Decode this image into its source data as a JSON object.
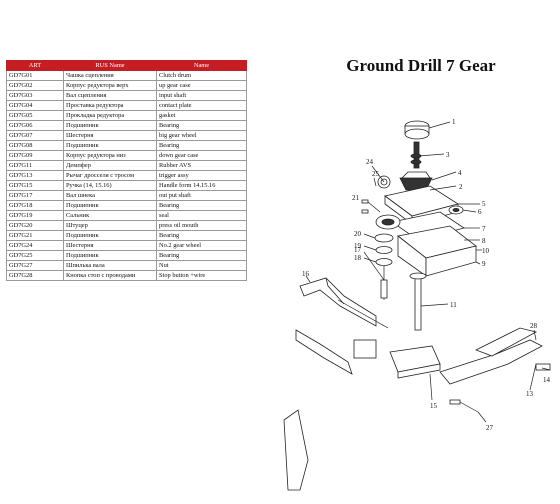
{
  "table": {
    "headers": [
      "ART",
      "RUS Name",
      "Name"
    ],
    "rows": [
      [
        "GD7G01",
        "Чашка сцепления",
        "Clutch drum"
      ],
      [
        "GD7G02",
        "Корпус редуктора верх",
        "up gear case"
      ],
      [
        "GD7G03",
        "Вал сцепления",
        "input shaft"
      ],
      [
        "GD7G04",
        "Проставка редуктора",
        "contact plate"
      ],
      [
        "GD7G05",
        "Прокладка редуктора",
        "gasket"
      ],
      [
        "GD7G06",
        "Подшипник",
        "Bearing"
      ],
      [
        "GD7G07",
        "Шестерня",
        "big gear wheel"
      ],
      [
        "GD7G08",
        "Подшипник",
        "Bearing"
      ],
      [
        "GD7G09",
        "Корпус редуктора низ",
        "down gear case"
      ],
      [
        "GD7G11",
        "Демпфер",
        "Rubber AVS"
      ],
      [
        "GD7G13",
        "Рычаг дросселя с тросом",
        "trigger assy"
      ],
      [
        "GD7G15",
        "Ручка (14, 15.16)",
        "Handle form 14.15.16"
      ],
      [
        "GD7G17",
        "Вал шнека",
        "out put shaft"
      ],
      [
        "GD7G18",
        "Подшипник",
        "Bearing"
      ],
      [
        "GD7G19",
        "Сальник",
        "seal"
      ],
      [
        "GD7G20",
        "Штуцер",
        "press oil mouth"
      ],
      [
        "GD7G21",
        "Подшипник",
        "Bearing"
      ],
      [
        "GD7G24",
        "Шестерня",
        "No.2 gear wheel"
      ],
      [
        "GD7G25",
        "Подшипник",
        "Bearing"
      ],
      [
        "GD7G27",
        "Шпилька вала",
        "Nut"
      ],
      [
        "GD7G28",
        "Кнопка стоп с проводами",
        "Stop button +wire"
      ]
    ]
  },
  "diagram": {
    "title": "Ground Drill 7 Gear",
    "callouts": [
      "1",
      "2",
      "3",
      "4",
      "5",
      "6",
      "7",
      "8",
      "9",
      "10",
      "11",
      "13",
      "14",
      "15",
      "16",
      "17",
      "18",
      "19",
      "20",
      "21",
      "24",
      "25",
      "27",
      "28"
    ]
  },
  "colors": {
    "header": "#c41e24",
    "grid": "#9a9a9a"
  }
}
